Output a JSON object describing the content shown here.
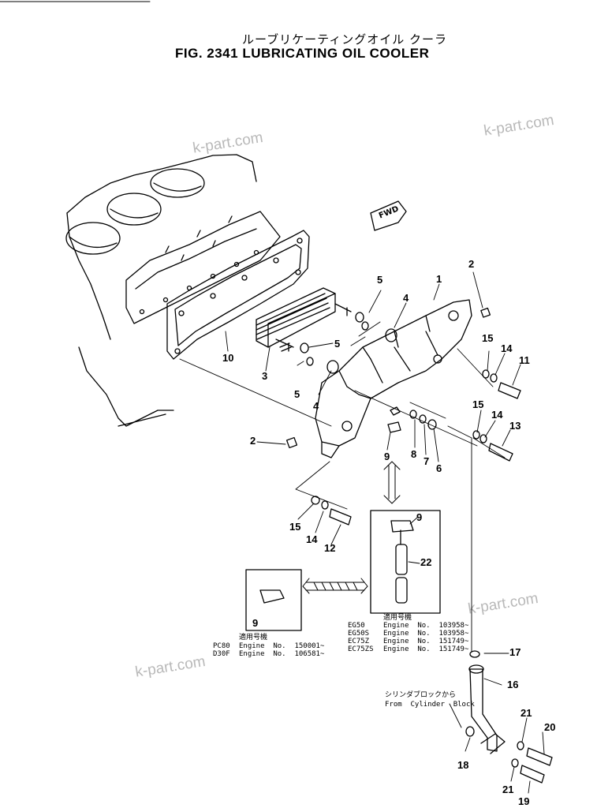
{
  "title": {
    "jp": "ルーブリケーティングオイル クーラ",
    "en": "FIG. 2341  LUBRICATING OIL COOLER"
  },
  "watermark": "k-part.com",
  "fwd_label": "FWD",
  "part_numbers": [
    "1",
    "2",
    "2",
    "3",
    "4",
    "4",
    "5",
    "5",
    "5",
    "6",
    "7",
    "8",
    "9",
    "9",
    "9",
    "10",
    "11",
    "12",
    "13",
    "14",
    "14",
    "14",
    "15",
    "15",
    "15",
    "16",
    "17",
    "18",
    "19",
    "20",
    "21",
    "21",
    "22"
  ],
  "serial_box_1": {
    "header": "適用号機",
    "rows": [
      {
        "model": "PC80",
        "engine": "Engine  No.  150001~"
      },
      {
        "model": "D30F",
        "engine": "Engine  No.  106581~"
      }
    ]
  },
  "serial_box_2": {
    "header": "適用号機",
    "rows": [
      {
        "model": "EG50",
        "engine": "Engine  No.  103958~"
      },
      {
        "model": "EG50S",
        "engine": "Engine  No.  103958~"
      },
      {
        "model": "EC75Z",
        "engine": "Engine  No.  151749~"
      },
      {
        "model": "EC75ZS",
        "engine": "Engine  No.  151749~"
      }
    ]
  },
  "from_cylinder_block": {
    "jp": "シリンダブロックから",
    "en": "From  Cylinder  Block"
  }
}
